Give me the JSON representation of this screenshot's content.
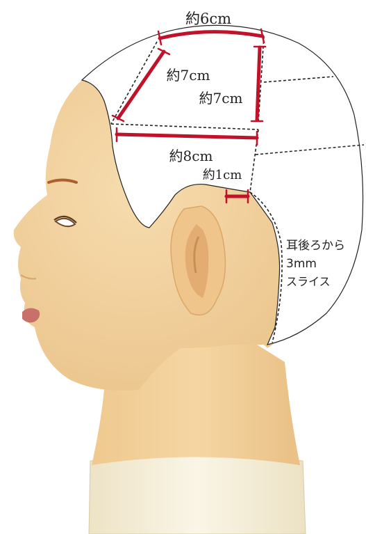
{
  "labels": {
    "top": "約6cm",
    "front_diagonal": "約7cm",
    "back_vertical": "約7cm",
    "horizontal": "約8cm",
    "near_ear": "約1cm",
    "note_line1": "耳後ろから",
    "note_line2": "3mm",
    "note_line3": "スライス"
  },
  "colors": {
    "measure_red": "#c0132b",
    "skin": "#f2cf9a",
    "skin_shadow": "#e3b57a",
    "lip": "#c8706a",
    "brow": "#a8602e",
    "stand": "#f6efd9",
    "outline": "#222222"
  }
}
